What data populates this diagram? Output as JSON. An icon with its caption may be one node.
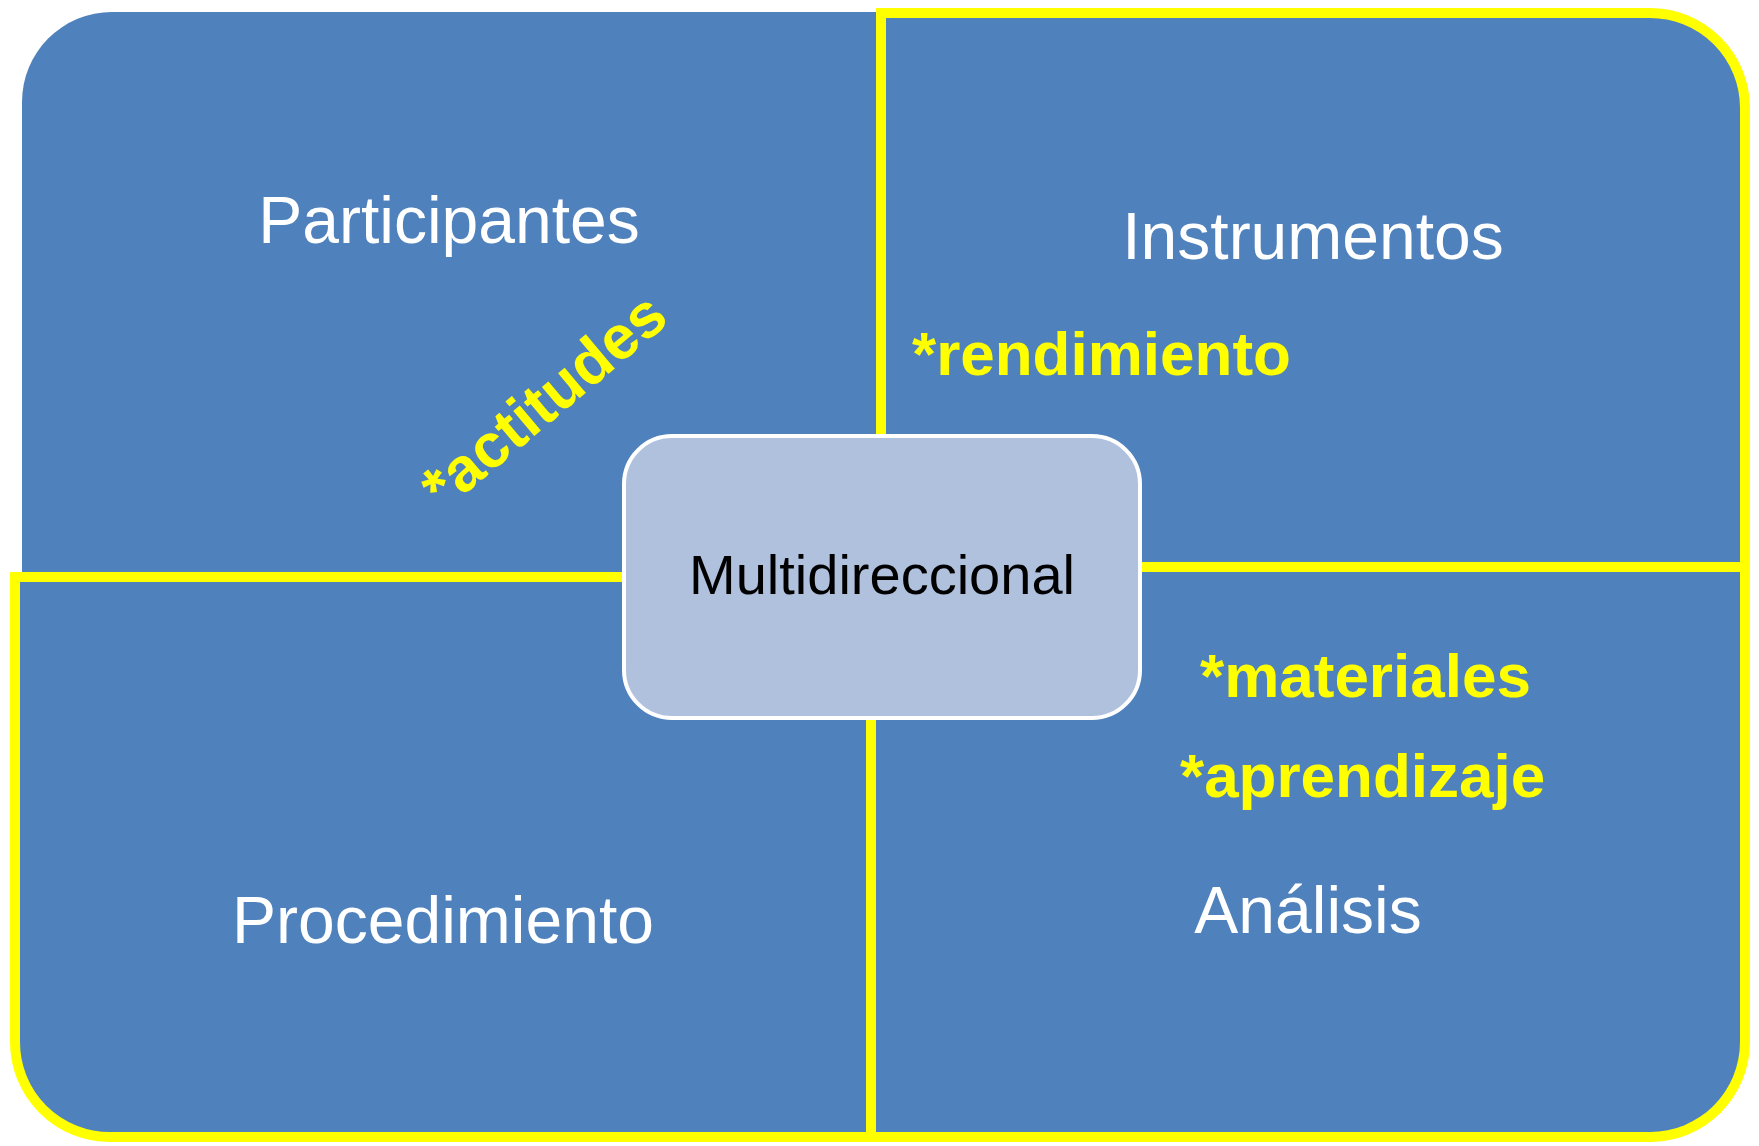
{
  "diagram": {
    "nodes": [
      {
        "text": [
          "Participantes"
        ]
      },
      {
        "text": [
          "Instrumentos"
        ]
      },
      {
        "text": [
          "Procedimiento"
        ]
      },
      {
        "text": [
          "Análisis"
        ]
      },
      {
        "text": [
          "Multidireccional"
        ]
      }
    ],
    "labels": [
      "*actitudes",
      "*rendimiento",
      "*materiales",
      "*aprendizaje"
    ]
  }
}
